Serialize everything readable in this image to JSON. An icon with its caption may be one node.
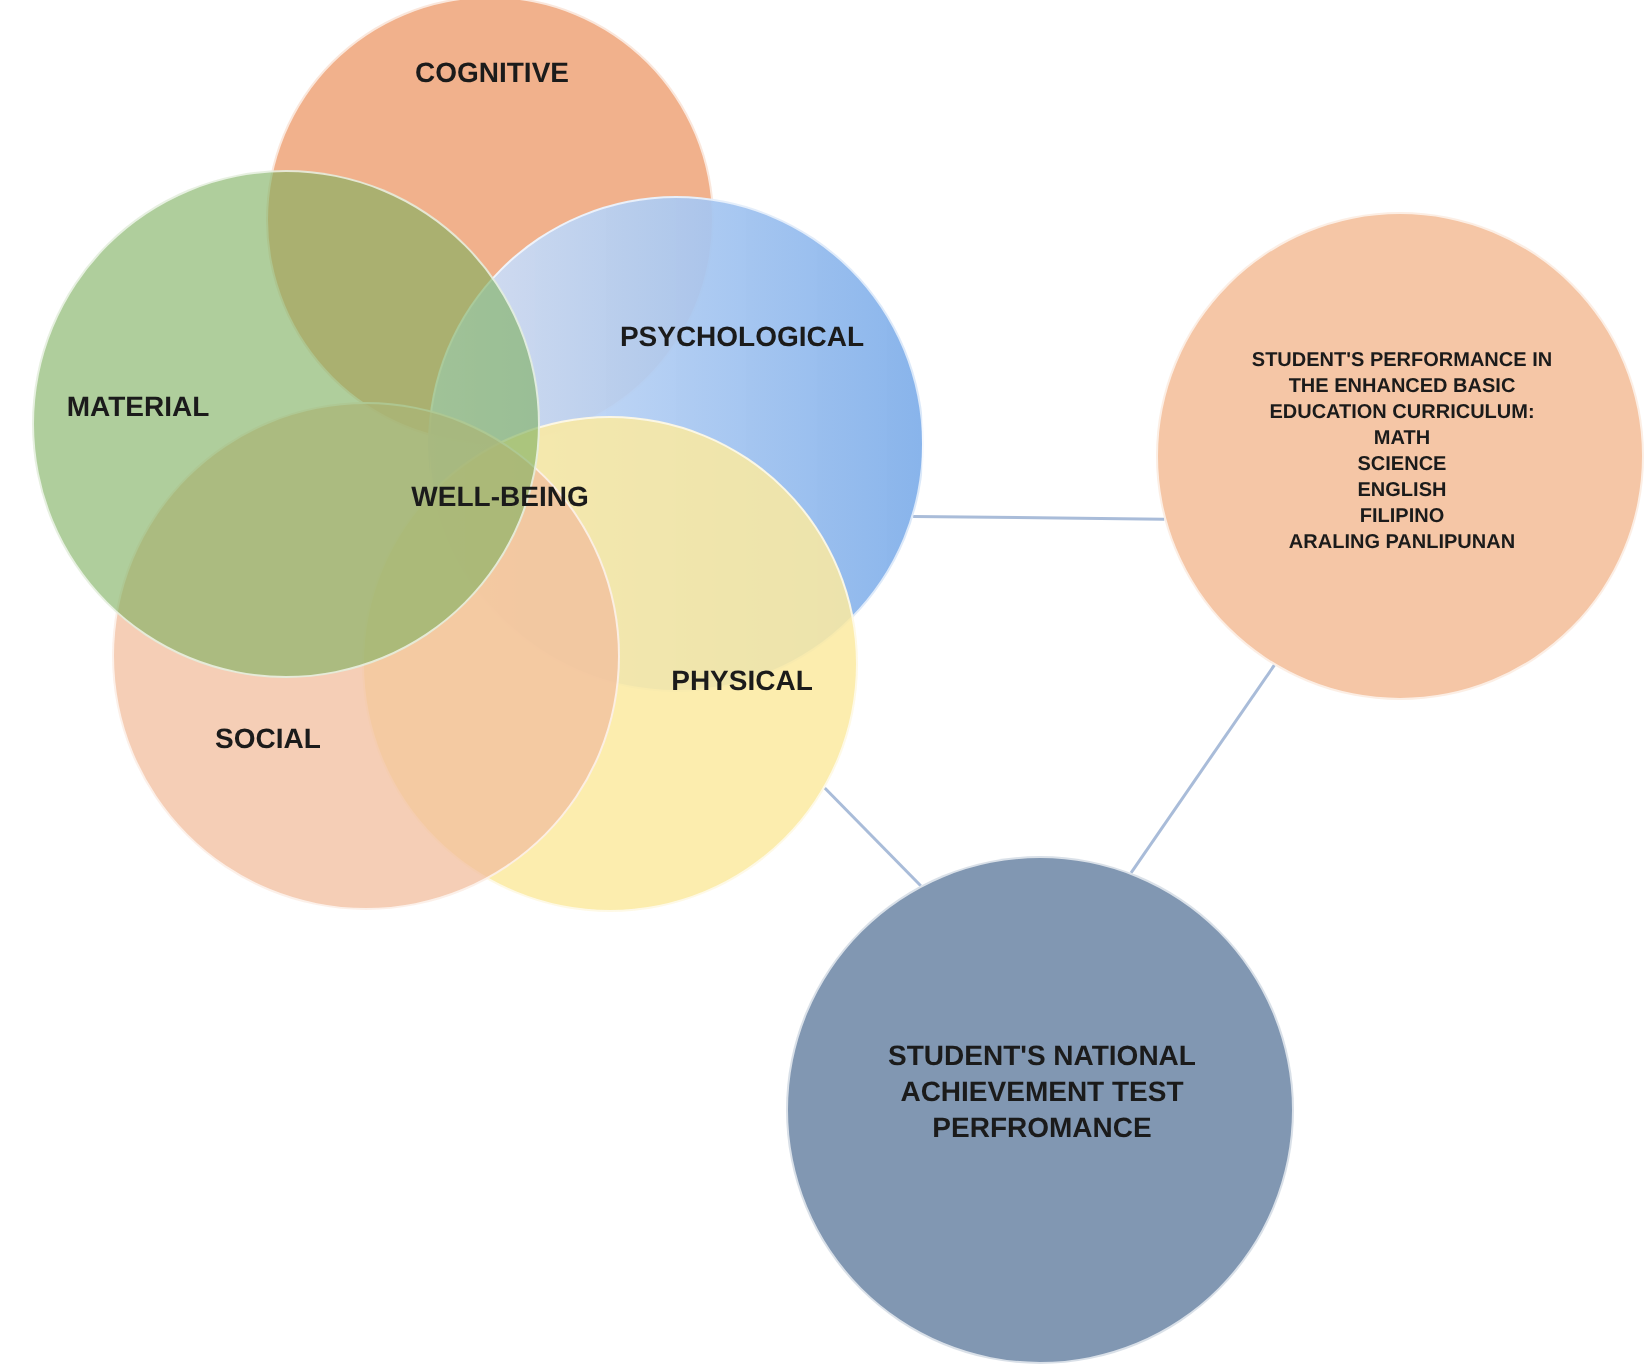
{
  "diagram": {
    "nodes": [
      {
        "text": [
          "COGNITIVE"
        ]
      },
      {
        "text": [
          "MATERIAL"
        ]
      },
      {
        "text": [
          "PSYCHOLOGICAL"
        ]
      },
      {
        "text": [
          "SOCIAL"
        ]
      },
      {
        "text": [
          "PHYSICAL"
        ]
      },
      {
        "text": [
          "STUDENT'S PERFORMANCE IN THE ENHANCED BASIC EDUCATION CURRICULUM:",
          "MATH",
          "SCIENCE",
          "ENGLISH",
          "FILIPINO",
          "ARALING PANLIPUNAN"
        ]
      },
      {
        "text": [
          "STUDENT'S NATIONAL ACHIEVEMENT TEST PERFROMANCE"
        ]
      }
    ],
    "edges": [
      {
        "from": 2,
        "to": 5,
        "arrow": "none"
      },
      {
        "from": 4,
        "to": 6,
        "arrow": "none"
      },
      {
        "from": 5,
        "to": 6,
        "arrow": "none"
      }
    ],
    "labels": [
      "WELL-BEING"
    ]
  }
}
